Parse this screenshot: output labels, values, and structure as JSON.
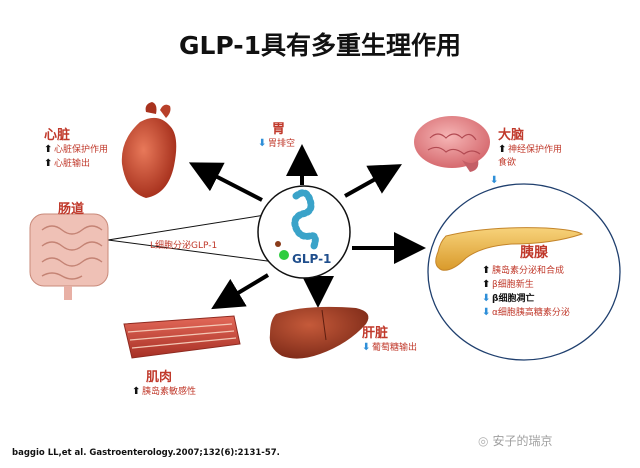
{
  "title": "GLP-1具有多重生理作用",
  "center": {
    "label": "GLP-1"
  },
  "organs": {
    "heart": {
      "name": "心脏",
      "effects": [
        {
          "dir": "up",
          "text": "心脏保护作用"
        },
        {
          "dir": "up",
          "text": "心脏输出"
        }
      ]
    },
    "stomach": {
      "name": "胃",
      "effects": [
        {
          "dir": "down",
          "text": "胃排空"
        }
      ]
    },
    "brain": {
      "name": "大脑",
      "effects": [
        {
          "dir": "up",
          "text": "神经保护作用"
        },
        {
          "dir": "down",
          "text": "食欲"
        }
      ]
    },
    "intestine": {
      "name": "肠道",
      "secretion": "L细胞分泌GLP-1"
    },
    "pancreas": {
      "name": "胰腺",
      "effects": [
        {
          "dir": "up",
          "text": "胰岛素分泌和合成"
        },
        {
          "dir": "up",
          "text": "β细胞新生"
        },
        {
          "dir": "down",
          "text": "β细胞凋亡"
        },
        {
          "dir": "down",
          "text": "α细胞胰高糖素分泌"
        }
      ]
    },
    "liver": {
      "name": "肝脏",
      "effects": [
        {
          "dir": "down",
          "text": "葡萄糖输出"
        }
      ]
    },
    "muscle": {
      "name": "肌肉",
      "effects": [
        {
          "dir": "up",
          "text": "胰岛素敏感性"
        }
      ]
    }
  },
  "citation": "baggio LL,et al. Gastroenterology.2007;132(6):2131-57.",
  "watermark": "安子的瑞京",
  "colors": {
    "accent_red": "#c0392b",
    "arrow_blue": "#2f8fd8",
    "glp_green": "#2ecc40",
    "glp_chain": "#3aa3c9"
  }
}
